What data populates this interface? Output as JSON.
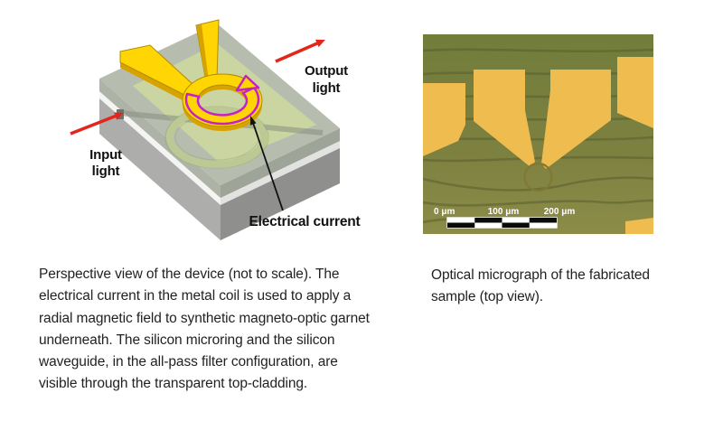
{
  "page": {
    "background": "#ffffff"
  },
  "left_panel": {
    "name": "perspective-device-diagram",
    "labels": {
      "output_line1": "Output",
      "output_line2": "light",
      "input_line1": "Input",
      "input_line2": "light",
      "electrical_current": "Electrical current"
    },
    "caption_lines": [
      "Perspective view of the device (not to scale). The",
      "electrical current in the metal coil is used to apply a",
      "radial magnetic field to synthetic magneto-optic garnet",
      "underneath. The silicon microring and the silicon",
      "waveguide, in the all-pass filter configuration, are",
      "visible through the transparent top-cladding."
    ],
    "colors": {
      "light_arrow_red": "#e3261c",
      "metal_coil_gold": "#ffd504",
      "metal_coil_shade": "#d7a300",
      "current_arrow_magenta": "#c521c9",
      "cladding_green": "#cbd5a1",
      "substrate_gray": "#ababab"
    }
  },
  "right_panel": {
    "name": "optical-micrograph",
    "scale_labels": [
      "0 μm",
      "100 μm",
      "200 μm"
    ],
    "caption_lines": [
      "Optical micrograph of the fabricated",
      "sample (top view)."
    ],
    "colors": {
      "background_olive": "#7d8140",
      "metal_pads_gold": "#eebc4f",
      "waveguide_trace": "#565c2c"
    }
  }
}
